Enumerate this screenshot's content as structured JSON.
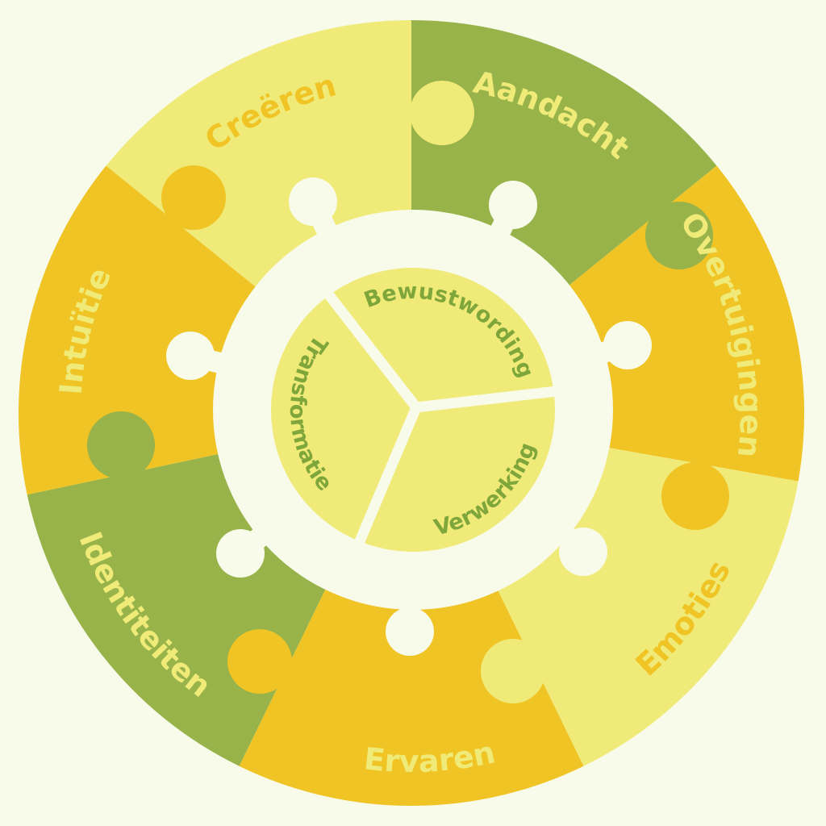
{
  "colors": {
    "background": "#f8faea",
    "green": "#97b34a",
    "gold": "#efc424",
    "light_yellow": "#f0eb78",
    "white_ring": "#f8faea"
  },
  "outer_pieces": [
    {
      "label": "Creëren",
      "fill": "#f0eb78",
      "text_color": "#efc424"
    },
    {
      "label": "Aandacht",
      "fill": "#97b34a",
      "text_color": "#f0eb78"
    },
    {
      "label": "Overtuigingen",
      "fill": "#efc424",
      "text_color": "#f0eb78"
    },
    {
      "label": "Emoties",
      "fill": "#f0eb78",
      "text_color": "#efc424"
    },
    {
      "label": "Ervaren",
      "fill": "#efc424",
      "text_color": "#f0eb78"
    },
    {
      "label": "Identiteiten",
      "fill": "#97b34a",
      "text_color": "#f0eb78"
    },
    {
      "label": "Intuïtie",
      "fill": "#efc424",
      "text_color": "#f0eb78"
    }
  ],
  "inner_segments": [
    {
      "label": "Bewustwording"
    },
    {
      "label": "Verwerking"
    },
    {
      "label": "Transformatie"
    }
  ],
  "inner_text_color": "#7fa63a"
}
